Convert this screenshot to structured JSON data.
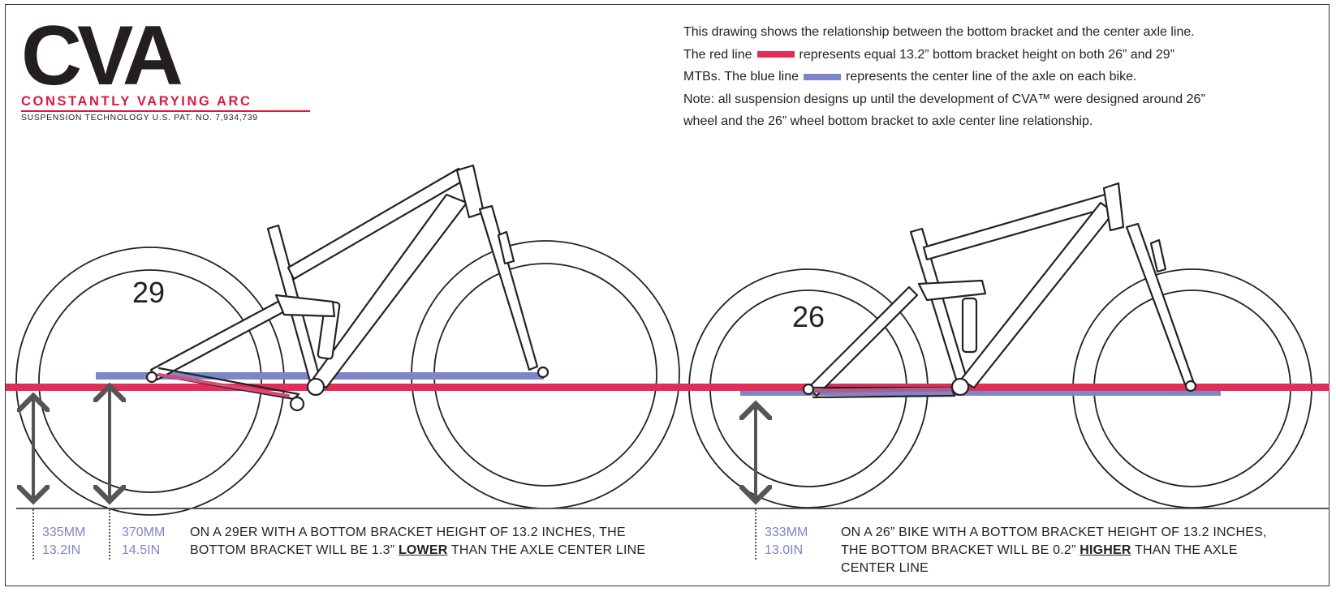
{
  "logo": {
    "letters": "CVA",
    "subtitle": "CONSTANTLY VARYING ARC",
    "tagline": "SUSPENSION TECHNOLOGY U.S. PAT. NO. 7,934,739"
  },
  "description": {
    "line1": "This drawing shows the relationship between the bottom bracket and the center axle line.",
    "line2_a": "The red line",
    "line2_b": "represents equal 13.2” bottom bracket height on both 26” and 29”",
    "line3_a": "MTBs. The blue line",
    "line3_b": "represents the center line of the axle on each bike.",
    "line4": "Note: all suspension designs up until the development of CVA™ were designed around 26”",
    "line5": "wheel and the 26” wheel bottom bracket to axle center line relationship."
  },
  "colors": {
    "red_line": "#e22d5b",
    "blue_line": "#7d86c6",
    "arrows": "#555555"
  },
  "bike29": {
    "wheel_label": "29",
    "bb_measure": {
      "mm": "335MM",
      "in": "13.2IN"
    },
    "axle_measure": {
      "mm": "370MM",
      "in": "14.5IN"
    },
    "caption": {
      "line1": "ON A 29ER WITH A BOTTOM BRACKET HEIGHT OF 13.2 INCHES, THE",
      "line2_a": "BOTTOM BRACKET WILL BE 1.3”",
      "line2_emph": "LOWER",
      "line2_b": "THAN THE AXLE CENTER LINE"
    }
  },
  "bike26": {
    "wheel_label": "26",
    "axle_measure": {
      "mm": "333MM",
      "in": "13.0IN"
    },
    "caption": {
      "line1": "ON A 26” BIKE WITH A BOTTOM BRACKET HEIGHT OF 13.2 INCHES,",
      "line2_a": "THE BOTTOM BRACKET WILL BE 0.2”",
      "line2_emph": "HIGHER",
      "line2_b": "THAN THE AXLE",
      "line3": "CENTER LINE"
    }
  }
}
